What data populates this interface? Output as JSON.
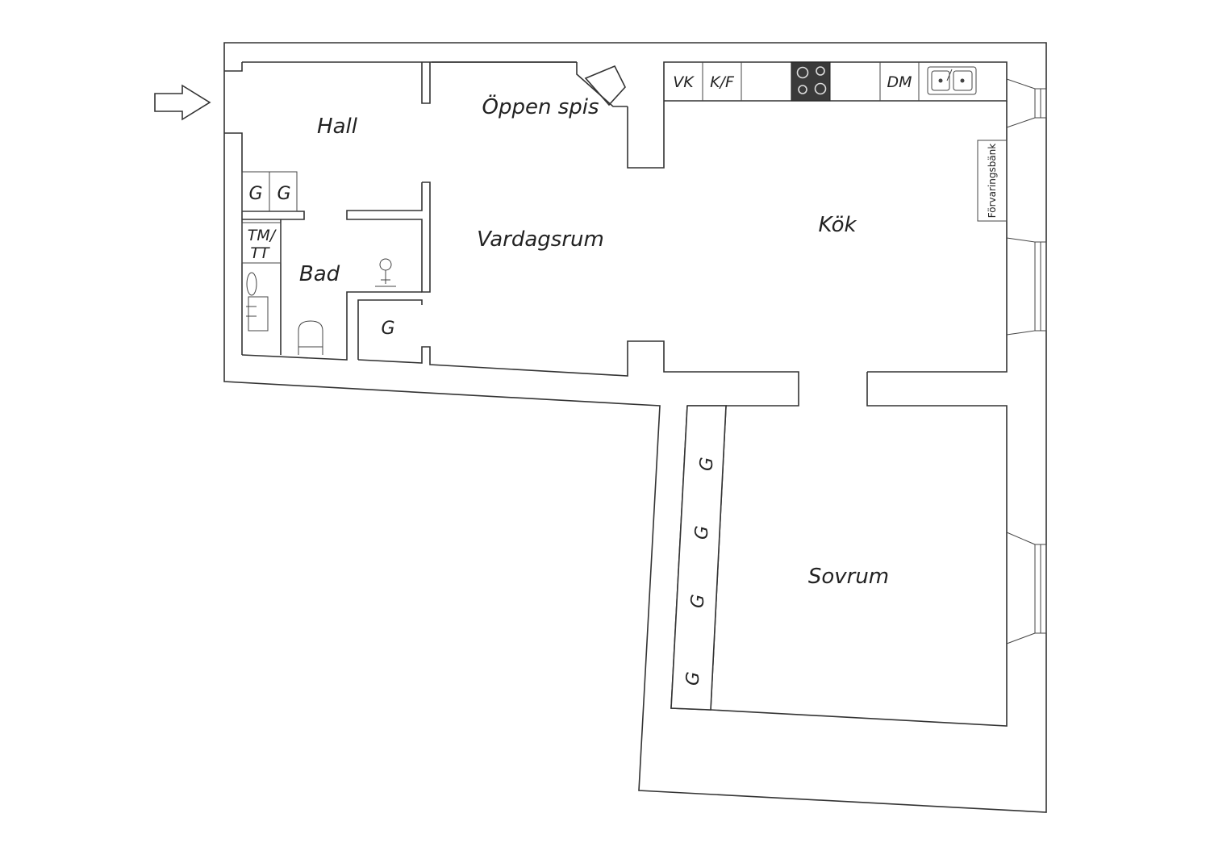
{
  "rooms": {
    "hall": "Hall",
    "fireplace": "Öppen spis",
    "living": "Vardagsrum",
    "kitchen": "Kök",
    "bath": "Bad",
    "bedroom": "Sovrum"
  },
  "fixtures": {
    "wardrobe": "G",
    "washer_dryer_line1": "TM/",
    "washer_dryer_line2": "TT",
    "water_heater": "VK",
    "fridge_freezer": "K/F",
    "dishwasher": "DM",
    "storage_bench": "Förvaringsbänk"
  }
}
